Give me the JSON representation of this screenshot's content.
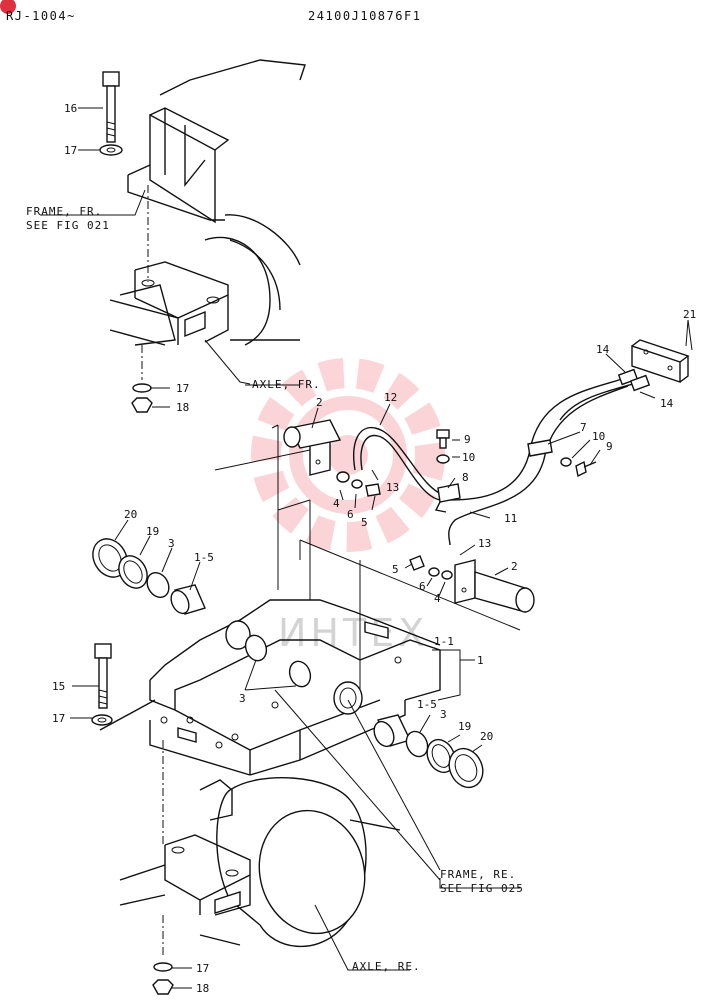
{
  "header": {
    "serial_range": "RJ-1004~",
    "part_code": "24100J10876F1"
  },
  "watermark": {
    "text": "ИНТЕХ",
    "color": "#f04050"
  },
  "colors": {
    "ink": "#111111",
    "paper": "#ffffff",
    "badge": "#e03040"
  },
  "references": {
    "frame_fr_line1": "FRAME, FR.",
    "frame_fr_line2": "SEE FIG 021",
    "axle_fr": "AXLE, FR.",
    "frame_re_line1": "FRAME, RE.",
    "frame_re_line2": "SEE FIG 025",
    "axle_re": "AXLE, RE."
  },
  "callouts": {
    "c16": "16",
    "c17a": "17",
    "c17b": "17",
    "c18a": "18",
    "c2a": "2",
    "c12": "12",
    "c9a": "9",
    "c10a": "10",
    "c8": "8",
    "c4a": "4",
    "c6a": "6",
    "c13a": "13",
    "c5a": "5",
    "c14a": "14",
    "c14b": "14",
    "c21": "21",
    "c7": "7",
    "c10b": "10",
    "c9b": "9",
    "c11": "11",
    "c13b": "13",
    "c5b": "5",
    "c6b": "6",
    "c4b": "4",
    "c2b": "2",
    "c20a": "20",
    "c19a": "19",
    "c3a": "3",
    "c15a": "1-5",
    "c11s": "1-1",
    "c1": "1",
    "c15b": "1-5",
    "c3b": "3",
    "c3c": "3",
    "c19b": "19",
    "c20b": "20",
    "c15": "15",
    "c17c": "17",
    "c17d": "17",
    "c18b": "18"
  }
}
